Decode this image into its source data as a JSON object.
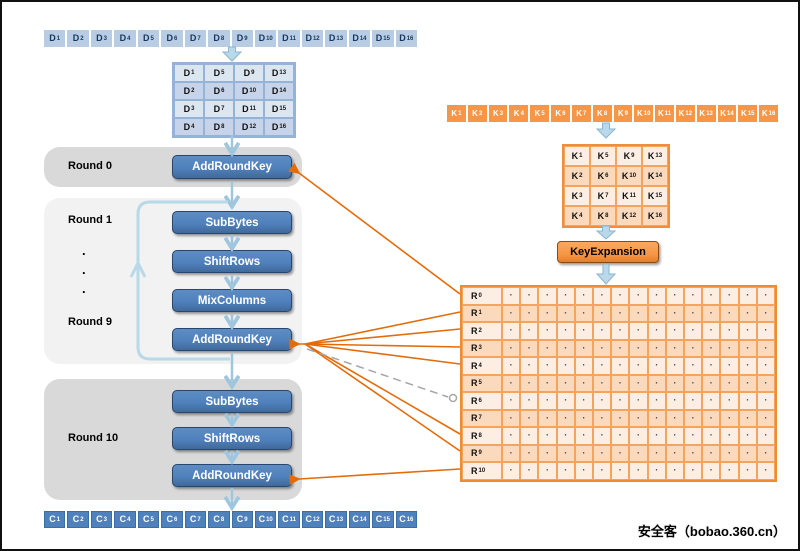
{
  "diagram": {
    "plaintext_row": {
      "base": "D",
      "subs": [
        "1",
        "2",
        "3",
        "4",
        "5",
        "6",
        "7",
        "8",
        "9",
        "10",
        "11",
        "12",
        "13",
        "14",
        "15",
        "16"
      ]
    },
    "state_matrix": {
      "base": "D",
      "grid": [
        [
          "1",
          "5",
          "9",
          "13"
        ],
        [
          "2",
          "6",
          "10",
          "14"
        ],
        [
          "3",
          "7",
          "11",
          "15"
        ],
        [
          "4",
          "8",
          "12",
          "16"
        ]
      ]
    },
    "rounds": {
      "round0": {
        "label": "Round 0",
        "ops": [
          "AddRoundKey"
        ]
      },
      "round1_9": {
        "label_top": "Round 1",
        "label_bottom": "Round 9",
        "ellipsis": [
          ".",
          ".",
          "."
        ],
        "ops": [
          "SubBytes",
          "ShiftRows",
          "MixColumns",
          "AddRoundKey"
        ]
      },
      "round10": {
        "label": "Round 10",
        "ops": [
          "SubBytes",
          "ShiftRows",
          "AddRoundKey"
        ]
      }
    },
    "ciphertext_row": {
      "base": "C",
      "subs": [
        "1",
        "2",
        "3",
        "4",
        "5",
        "6",
        "7",
        "8",
        "9",
        "10",
        "11",
        "12",
        "13",
        "14",
        "15",
        "16"
      ]
    },
    "key_row": {
      "base": "K",
      "subs": [
        "1",
        "2",
        "3",
        "4",
        "5",
        "6",
        "7",
        "8",
        "9",
        "10",
        "11",
        "12",
        "13",
        "14",
        "15",
        "16"
      ]
    },
    "key_matrix": {
      "base": "K",
      "grid": [
        [
          "1",
          "5",
          "9",
          "13"
        ],
        [
          "2",
          "6",
          "10",
          "14"
        ],
        [
          "3",
          "7",
          "11",
          "15"
        ],
        [
          "4",
          "8",
          "12",
          "16"
        ]
      ]
    },
    "key_expansion_label": "KeyExpansion",
    "round_key_table": {
      "base": "R",
      "row_subs": [
        "0",
        "1",
        "2",
        "3",
        "4",
        "5",
        "6",
        "7",
        "8",
        "9",
        "10"
      ],
      "dot": "·",
      "dot_cols": 15
    },
    "watermark": "安全客（bobao.360.cn）",
    "colors": {
      "blue_button": "#4f81bd",
      "light_blue_cell": "#b8cce4",
      "orange_cell": "#f79646",
      "orange_arrow": "#e36c0a",
      "flow_arrow": "#9fc6dc",
      "dashed_line": "#a6a6a6",
      "round_box_gray": "#d9d9d9",
      "round_box_light": "#f2f2f2"
    }
  }
}
